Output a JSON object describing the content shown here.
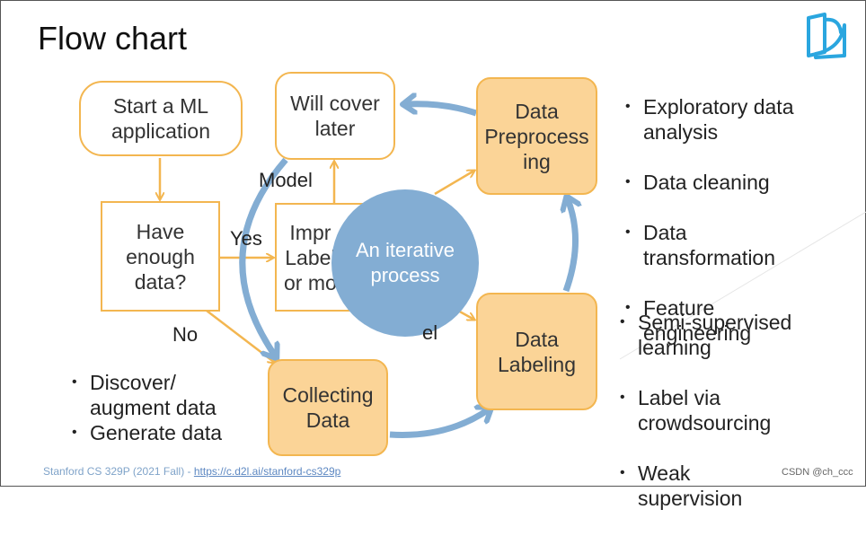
{
  "slide": {
    "title": "Flow chart",
    "nodes": {
      "start": "Start a ML\napplication",
      "have_data": "Have\nenough\ndata?",
      "improve": "Impr\nLabel\nor mo",
      "will_cover": "Will cover\nlater",
      "preprocessing": "Data\nPreprocess\ning",
      "labeling": "Data\nLabeling",
      "collecting": "Collecting\nData"
    },
    "center_label": "An iterative\nprocess",
    "edge_labels": {
      "yes": "Yes",
      "no": "No",
      "model": "Model",
      "partial": "el"
    },
    "bullets_collecting": [
      "Discover/\naugment data",
      "Generate data"
    ],
    "bullets_preprocessing": [
      "Exploratory data\nanalysis",
      "Data cleaning",
      "Data\ntransformation",
      "Feature\nengineering"
    ],
    "bullets_labeling": [
      "Semi-supervised\nlearning",
      "Label via\ncrowdsourcing",
      "Weak\nsupervision"
    ],
    "footer": {
      "source": "Stanford CS 329P (2021 Fall) - ",
      "link": "https://c.d2l.ai/stanford-cs329p"
    },
    "watermark": "CSDN @ch_ccc",
    "colors": {
      "node_border": "#f3b650",
      "node_fill": "#fbd497",
      "cycle_arrow": "#83add3"
    }
  }
}
